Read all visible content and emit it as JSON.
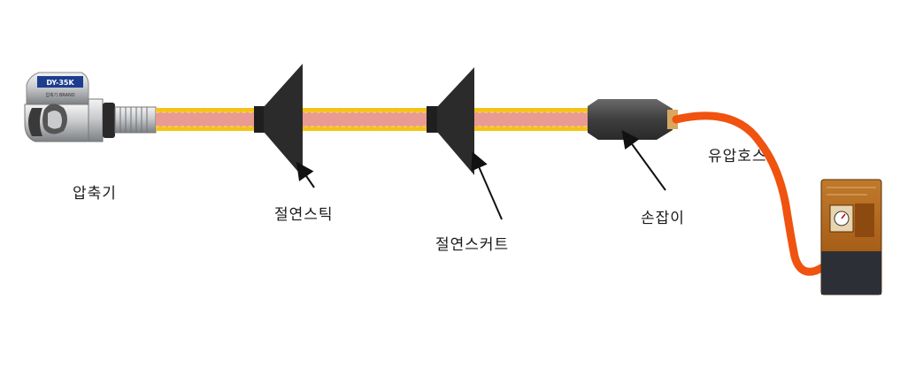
{
  "labels": {
    "compressor": "압축기",
    "insulated_stick": "절연스틱",
    "insulated_skirt": "절연스커트",
    "handle": "손잡이",
    "hydraulic_hose": "유압호스"
  },
  "compressor_plate": {
    "model": "DY-35K",
    "subtext": "압축기 BRAND"
  },
  "colors": {
    "stick_yellow": "#f3c318",
    "stick_pink": "#e99a93",
    "cone_black": "#2b2b2b",
    "handle_grey": "#4a4a4a",
    "hose_orange": "#f0520f",
    "pump_body": "#b5651d"
  }
}
